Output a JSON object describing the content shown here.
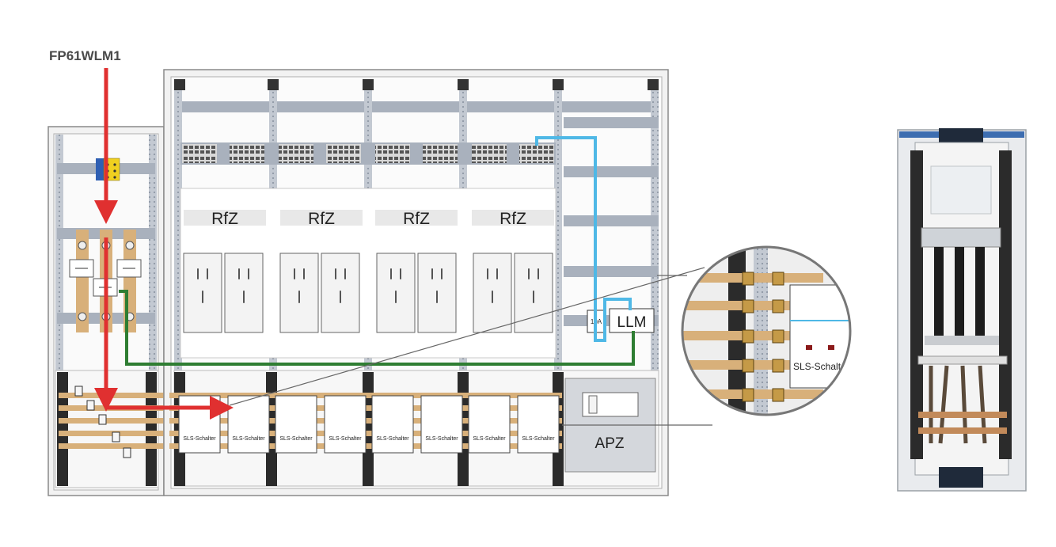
{
  "title": "FP61WLM1",
  "labels": {
    "rfz": "RfZ",
    "llm": "LLM",
    "fuse": "10A",
    "apz": "APZ",
    "sls": "SLS-Schalter",
    "sls_zoom": "SLS-Schalt"
  },
  "rfz_fields": [
    "RfZ",
    "RfZ",
    "RfZ",
    "RfZ"
  ],
  "sls_breakers": [
    "SLS-Schalter",
    "SLS-Schalter",
    "SLS-Schalter",
    "SLS-Schalter",
    "SLS-Schalter",
    "SLS-Schalter",
    "SLS-Schalter",
    "SLS-Schalter"
  ],
  "colors": {
    "feed_arrow": "#e03030",
    "pen_line": "#2e7d32",
    "control_line": "#4fb8e6",
    "busbar": "#d8b07a",
    "frame": "#888888",
    "rail": "#a9b1bd"
  }
}
